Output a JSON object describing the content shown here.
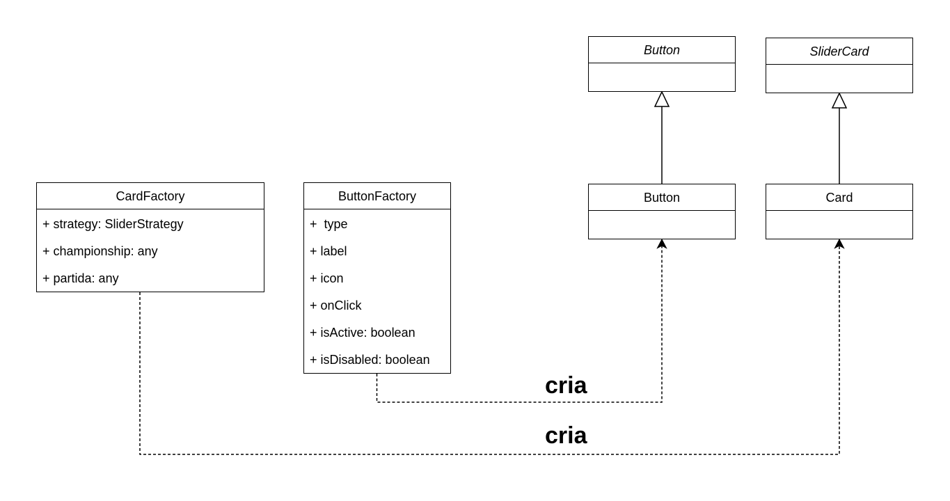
{
  "classes": {
    "button_base": {
      "name": "Button",
      "abstract": true,
      "attributes": []
    },
    "slidercard_base": {
      "name": "SliderCard",
      "abstract": true,
      "attributes": []
    },
    "button": {
      "name": "Button",
      "abstract": false,
      "attributes": []
    },
    "card": {
      "name": "Card",
      "abstract": false,
      "attributes": []
    },
    "card_factory": {
      "name": "CardFactory",
      "abstract": false,
      "attributes": [
        "+ strategy: SliderStrategy",
        "+ championship: any",
        "+ partida: any"
      ]
    },
    "button_factory": {
      "name": "ButtonFactory",
      "abstract": false,
      "attributes": [
        "+  type",
        "+ label",
        "+ icon",
        "+ onClick",
        "+ isActive: boolean",
        "+ isDisabled: boolean"
      ]
    }
  },
  "relations": {
    "inherit_button": {
      "from": "Button",
      "to": "Button",
      "kind": "generalization"
    },
    "inherit_card": {
      "from": "Card",
      "to": "SliderCard",
      "kind": "generalization"
    },
    "creates_button": {
      "from": "ButtonFactory",
      "to": "Button",
      "kind": "dependency",
      "label": "cria"
    },
    "creates_card": {
      "from": "CardFactory",
      "to": "Card",
      "kind": "dependency",
      "label": "cria"
    }
  }
}
